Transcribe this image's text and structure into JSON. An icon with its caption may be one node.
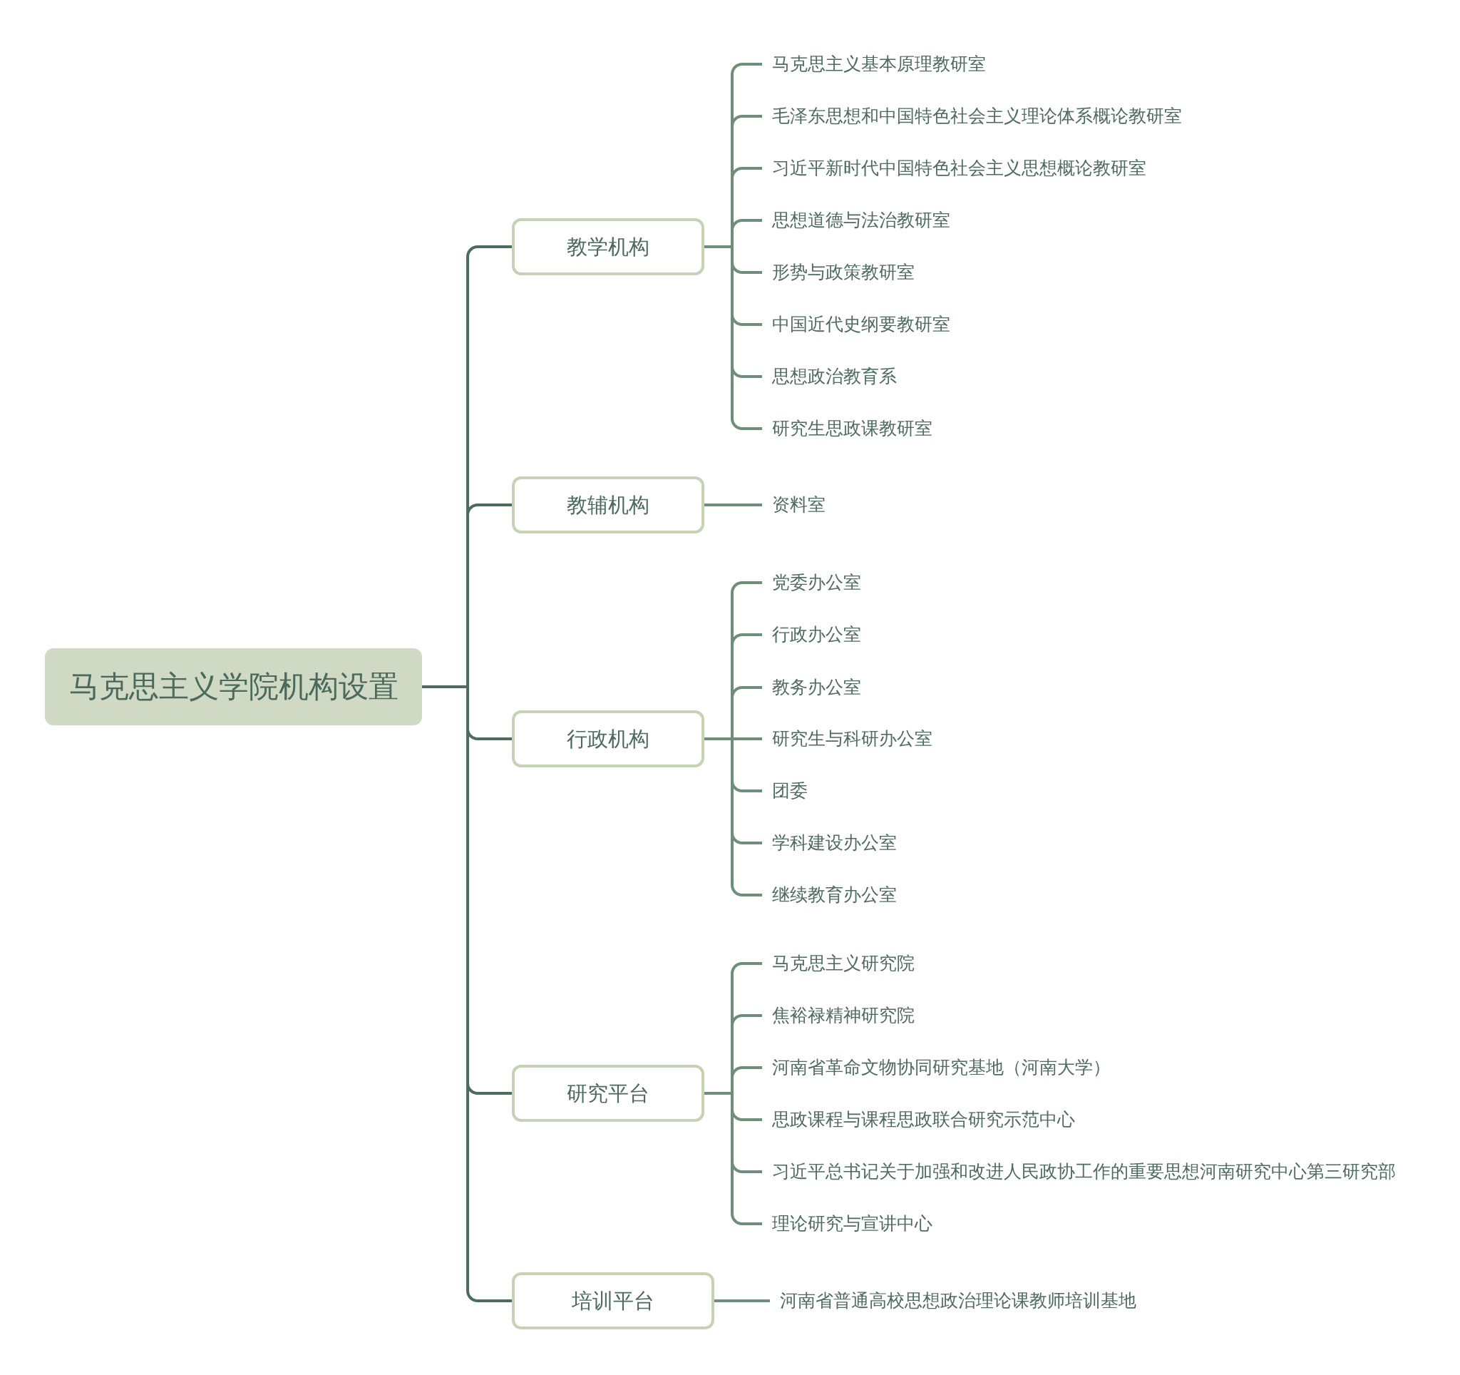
{
  "diagram": {
    "nodes": [
      {
        "text": [
          "马克思主义学院机构设置"
        ]
      },
      {
        "text": [
          "教学机构"
        ]
      },
      {
        "text": [
          "马克思主义基本原理教研室"
        ]
      },
      {
        "text": [
          "毛泽东思想和中国特色社会主义理论体系概论教研室"
        ]
      },
      {
        "text": [
          "习近平新时代中国特色社会主义思想概论教研室"
        ]
      },
      {
        "text": [
          "思想道德与法治教研室"
        ]
      },
      {
        "text": [
          "形势与政策教研室"
        ]
      },
      {
        "text": [
          "中国近代史纲要教研室"
        ]
      },
      {
        "text": [
          "思想政治教育系"
        ]
      },
      {
        "text": [
          "研究生思政课教研室"
        ]
      },
      {
        "text": [
          "教辅机构"
        ]
      },
      {
        "text": [
          "资料室"
        ]
      },
      {
        "text": [
          "行政机构"
        ]
      },
      {
        "text": [
          "党委办公室"
        ]
      },
      {
        "text": [
          "行政办公室"
        ]
      },
      {
        "text": [
          "教务办公室"
        ]
      },
      {
        "text": [
          "研究生与科研办公室"
        ]
      },
      {
        "text": [
          "团委"
        ]
      },
      {
        "text": [
          "学科建设办公室"
        ]
      },
      {
        "text": [
          "继续教育办公室"
        ]
      },
      {
        "text": [
          "研究平台"
        ]
      },
      {
        "text": [
          "马克思主义研究院"
        ]
      },
      {
        "text": [
          "焦裕禄精神研究院"
        ]
      },
      {
        "text": [
          "河南省革命文物协同研究基地（河南大学）"
        ]
      },
      {
        "text": [
          "思政课程与课程思政联合研究示范中心"
        ]
      },
      {
        "text": [
          "习近平总书记关于加强和改进人民政协工作的重要思想河南研究中心第三研究部"
        ]
      },
      {
        "text": [
          "理论研究与宣讲中心"
        ]
      },
      {
        "text": [
          "培训平台"
        ]
      },
      {
        "text": [
          "河南省普通高校思想政治理论课教师培训基地"
        ]
      }
    ],
    "edges": [
      {
        "from": 0,
        "to": 1,
        "arrow": "none",
        "color": "#4d6b5f"
      },
      {
        "from": 0,
        "to": 10,
        "arrow": "none",
        "color": "#4d6b5f"
      },
      {
        "from": 0,
        "to": 12,
        "arrow": "none",
        "color": "#4d6b5f"
      },
      {
        "from": 0,
        "to": 20,
        "arrow": "none",
        "color": "#4d6b5f"
      },
      {
        "from": 0,
        "to": 27,
        "arrow": "none",
        "color": "#4d6b5f"
      },
      {
        "from": 1,
        "to": 2,
        "arrow": "none"
      },
      {
        "from": 1,
        "to": 3,
        "arrow": "none"
      },
      {
        "from": 1,
        "to": 4,
        "arrow": "none"
      },
      {
        "from": 1,
        "to": 5,
        "arrow": "none"
      },
      {
        "from": 1,
        "to": 6,
        "arrow": "none"
      },
      {
        "from": 1,
        "to": 7,
        "arrow": "none"
      },
      {
        "from": 1,
        "to": 8,
        "arrow": "none"
      },
      {
        "from": 1,
        "to": 9,
        "arrow": "none"
      },
      {
        "from": 10,
        "to": 11,
        "arrow": "none"
      },
      {
        "from": 12,
        "to": 13,
        "arrow": "none"
      },
      {
        "from": 12,
        "to": 14,
        "arrow": "none"
      },
      {
        "from": 12,
        "to": 15,
        "arrow": "none"
      },
      {
        "from": 12,
        "to": 16,
        "arrow": "none"
      },
      {
        "from": 12,
        "to": 17,
        "arrow": "none"
      },
      {
        "from": 12,
        "to": 18,
        "arrow": "none"
      },
      {
        "from": 12,
        "to": 19,
        "arrow": "none"
      },
      {
        "from": 20,
        "to": 21,
        "arrow": "none"
      },
      {
        "from": 20,
        "to": 22,
        "arrow": "none"
      },
      {
        "from": 20,
        "to": 23,
        "arrow": "none"
      },
      {
        "from": 20,
        "to": 24,
        "arrow": "none"
      },
      {
        "from": 20,
        "to": 25,
        "arrow": "none"
      },
      {
        "from": 20,
        "to": 26,
        "arrow": "none"
      },
      {
        "from": 27,
        "to": 28,
        "arrow": "none"
      }
    ]
  }
}
